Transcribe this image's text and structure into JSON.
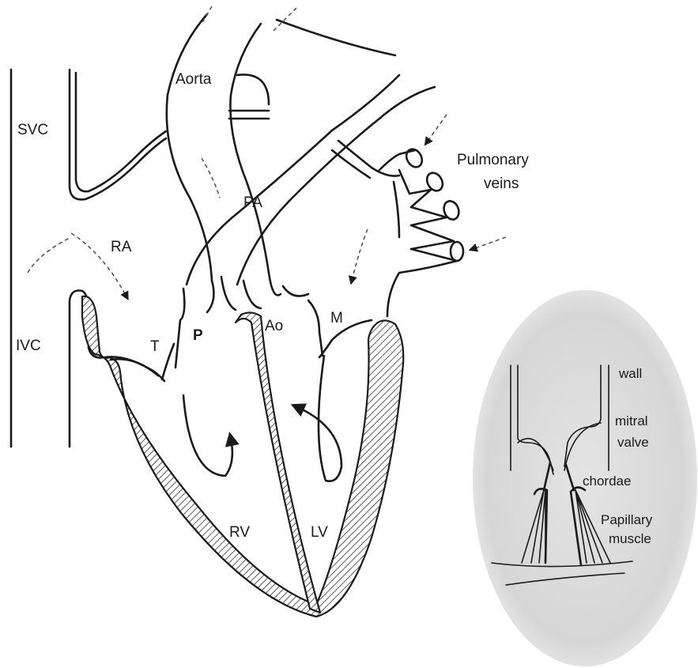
{
  "labels": {
    "aorta": "Aorta",
    "svc": "SVC",
    "pa": "PA",
    "pulmonary_veins_line1": "Pulmonary",
    "pulmonary_veins_line2": "veins",
    "ra": "RA",
    "ivc": "IVC",
    "t": "T",
    "p": "P",
    "ao": "Ao",
    "m": "M",
    "rv": "RV",
    "lv": "LV"
  },
  "inset": {
    "wall": "wall",
    "mitral_line1": "mitral",
    "mitral_line2": "valve",
    "chordae": "chordae",
    "papillary_line1": "Papillary",
    "papillary_line2": "muscle"
  },
  "colors": {
    "ink": "#1a1a1a",
    "inset_background": "#dcdcdc",
    "page_background": "#ffffff"
  }
}
